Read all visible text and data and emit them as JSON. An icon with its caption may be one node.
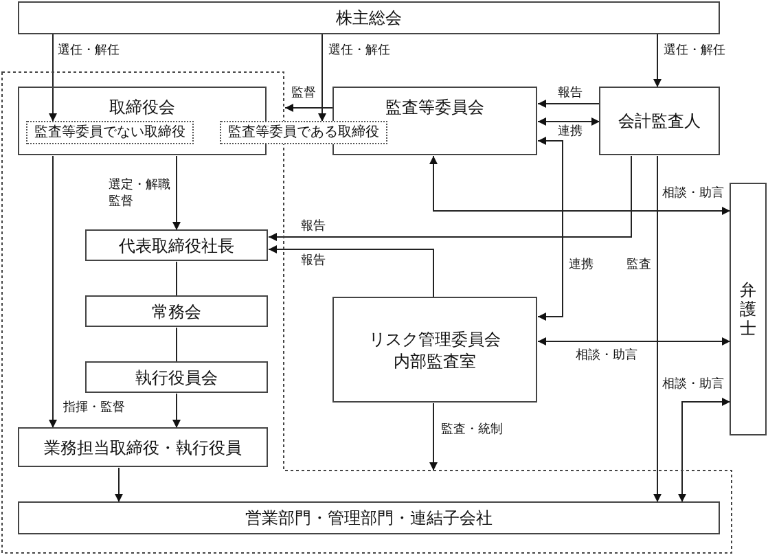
{
  "diagram": {
    "nodes": [
      {
        "text": [
          "株主総会"
        ]
      },
      {
        "text": [],
        "shape": "box"
      },
      {
        "text": [
          "取締役会"
        ],
        "in": 1
      },
      {
        "text": [
          "監査等委員でない取締役"
        ],
        "in": 2
      },
      {
        "text": [
          "監査等委員である取締役"
        ]
      },
      {
        "text": [
          "監査等委員会"
        ]
      },
      {
        "text": [
          "会計監査人"
        ]
      },
      {
        "text": [
          "代表取締役社長"
        ],
        "in": 1
      },
      {
        "text": [
          "常務会"
        ],
        "in": 1
      },
      {
        "text": [
          "執行役員会"
        ],
        "in": 1
      },
      {
        "text": [
          "業務担当取締役・執行役員"
        ],
        "in": 1
      },
      {
        "text": [
          "弁護士"
        ]
      },
      {
        "text": [
          "リスク管理委員会",
          "内部監査室"
        ]
      },
      {
        "text": [
          "営業部門・管理部門・連結子会社"
        ],
        "in": 1
      }
    ],
    "edges": [
      {
        "from": 0,
        "to": 3,
        "arrow": "to",
        "label": "選任・解任"
      },
      {
        "from": 0,
        "to": 4,
        "arrow": "to",
        "label": "選任・解任"
      },
      {
        "from": 0,
        "to": 6,
        "arrow": "to",
        "label": "選任・解任"
      },
      {
        "from": 5,
        "to": 1,
        "arrow": "to",
        "label": "監督"
      },
      {
        "from": 6,
        "to": 5,
        "arrow": "to",
        "label": "報告"
      },
      {
        "from": 5,
        "to": 6,
        "arrow": "both",
        "label": "連携"
      },
      {
        "from": 12,
        "to": 5,
        "arrow": "both",
        "label": "連携"
      },
      {
        "from": 2,
        "to": 7,
        "arrow": "to",
        "label": "選定・解職監督"
      },
      {
        "from": 6,
        "to": 7,
        "arrow": "to",
        "label": "報告"
      },
      {
        "from": 12,
        "to": 7,
        "arrow": "to",
        "label": "報告"
      },
      {
        "from": 5,
        "to": 11,
        "arrow": "both",
        "label": "相談・助言"
      },
      {
        "from": 6,
        "to": 13,
        "arrow": "to",
        "label": "監査"
      },
      {
        "from": 7,
        "to": 8,
        "arrow": "none"
      },
      {
        "from": 8,
        "to": 9,
        "arrow": "none"
      },
      {
        "from": 12,
        "to": 11,
        "arrow": "both",
        "label": "相談・助言"
      },
      {
        "from": 11,
        "to": 13,
        "arrow": "both",
        "label": "相談・助言"
      },
      {
        "from": 9,
        "to": 10,
        "arrow": "to"
      },
      {
        "from": 2,
        "to": 10,
        "arrow": "to",
        "label": "指揮・監督"
      },
      {
        "from": 12,
        "to": 1,
        "arrow": "to",
        "label": "監査・統制"
      },
      {
        "from": 10,
        "to": 13,
        "arrow": "to"
      }
    ]
  }
}
